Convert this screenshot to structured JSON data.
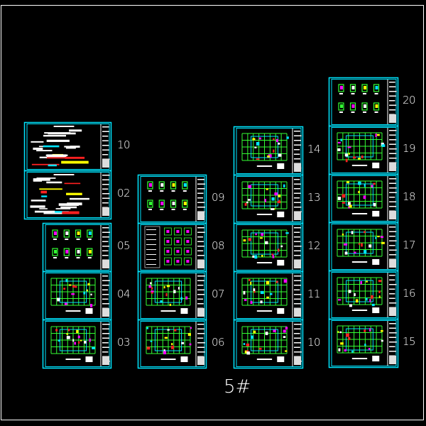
{
  "drawing": {
    "building_label": "5#",
    "columns": [
      {
        "sheets": [
          "10",
          "02",
          "05",
          "04",
          "03"
        ]
      },
      {
        "sheets": [
          "09",
          "08",
          "07",
          "06"
        ]
      },
      {
        "sheets": [
          "14",
          "13",
          "12",
          "11",
          "10"
        ]
      },
      {
        "sheets": [
          "20",
          "19",
          "18",
          "17",
          "16",
          "15"
        ]
      }
    ]
  },
  "colors": {
    "sheet_border": "#00e5ff",
    "grid": "#33ff33",
    "accent_magenta": "#ff00ff",
    "accent_yellow": "#ffff00",
    "accent_red": "#ff2020",
    "text": "#ffffff"
  }
}
